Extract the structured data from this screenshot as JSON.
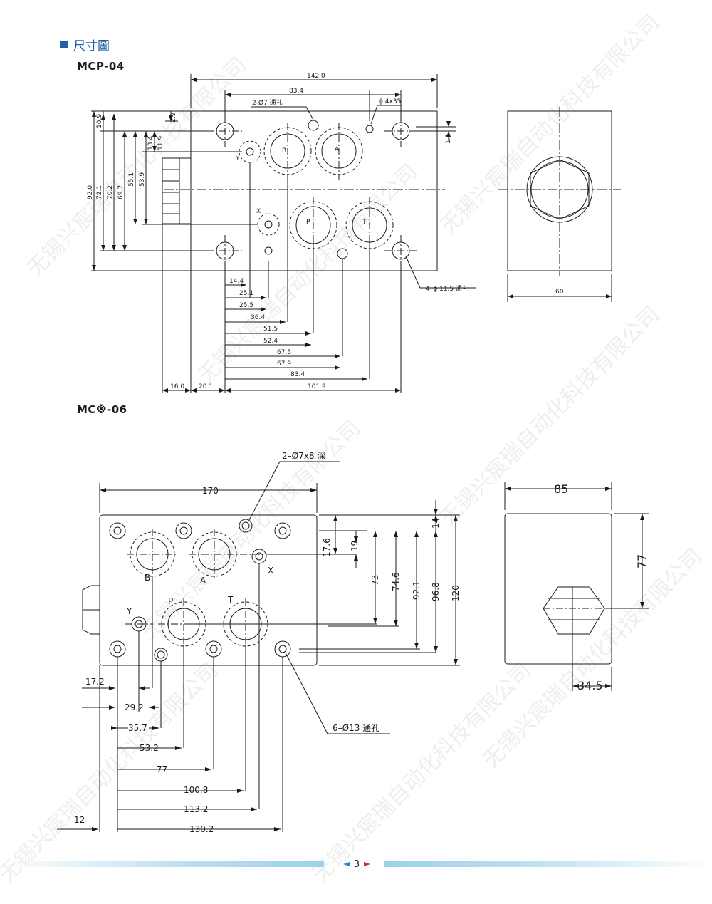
{
  "section": {
    "title": "尺寸圖"
  },
  "watermark": "无锡兴宸瑞自动化科技有限公司",
  "models": {
    "mcp04": "MCP-04",
    "mc06": "MC※-06"
  },
  "mcp04": {
    "dim_width": "142.0",
    "dim_834_top": "83.4",
    "note_holes": "2-Ø7 通孔",
    "note_pin": "ϕ 4x35",
    "dim_29": "2.9",
    "dim_11": "1.1",
    "dim_109": "10.9",
    "dim_134": "13.4",
    "dim_119": "11.9",
    "dim_920": "92.0",
    "dim_721": "72.1",
    "dim_702": "70.2",
    "dim_697": "69.7",
    "dim_551": "55.1",
    "dim_539": "53.9",
    "port_b": "B",
    "port_a": "A",
    "port_p": "P",
    "port_t": "T",
    "port_x": "X",
    "port_y": "Y",
    "note_through": "4–ϕ 11.5 通孔",
    "dim_144": "14.4",
    "dim_251": "25.1",
    "dim_255": "25.5",
    "dim_364": "36.4",
    "dim_515": "51.5",
    "dim_524": "52.4",
    "dim_675": "67.5",
    "dim_679": "67.9",
    "dim_834": "83.4",
    "dim_160": "16.0",
    "dim_201": "20.1",
    "dim_1019": "101.9",
    "side_width": "60"
  },
  "mc06": {
    "note_deep": "2–Ø7x8 深",
    "dim_width": "170",
    "dim_176": "17.6",
    "dim_19": "19",
    "dim_73": "73",
    "dim_746": "74.6",
    "dim_921": "92.1",
    "dim_968": "96.8",
    "dim_120": "120",
    "dim_14": "14",
    "port_b": "B",
    "port_a": "A",
    "port_x": "X",
    "port_y": "Y",
    "port_p": "P",
    "port_t": "T",
    "note_through": "6–Ø13 通孔",
    "dim_172": "17.2",
    "dim_292": "29.2",
    "dim_357": "35.7",
    "dim_532": "53.2",
    "dim_77": "77",
    "dim_1008": "100.8",
    "dim_1132": "113.2",
    "dim_12": "12",
    "dim_1302": "130.2",
    "side_width": "85",
    "side_77": "77",
    "side_345": "34.5"
  },
  "footer": {
    "page": "3"
  },
  "colors": {
    "accent": "#1f5fa8",
    "footer_bar": "#b8def0",
    "arrow_left": "#2a86c9",
    "arrow_right": "#d62b2b"
  }
}
